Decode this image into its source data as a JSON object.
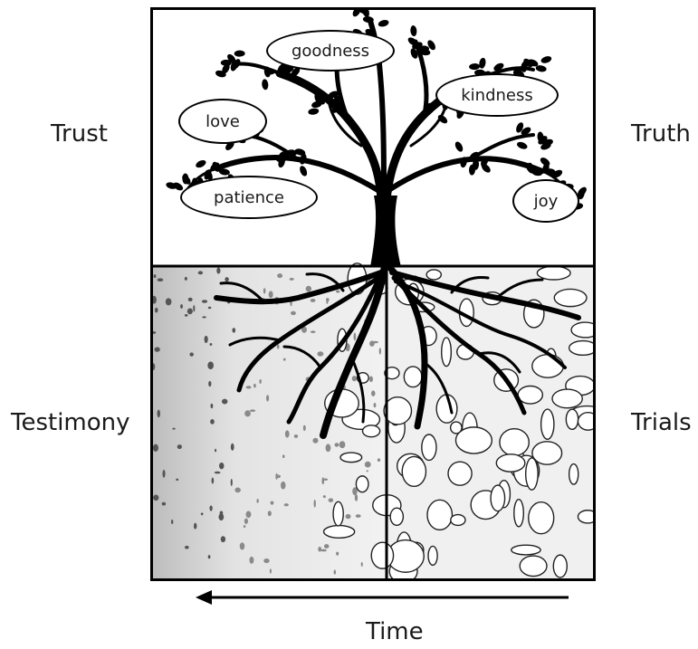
{
  "labels": {
    "trust": "Trust",
    "truth": "Truth",
    "testimony": "Testimony",
    "trials": "Trials",
    "time": "Time"
  },
  "fruits": {
    "goodness": "goodness",
    "kindness": "kindness",
    "love": "love",
    "patience": "patience",
    "joy": "joy"
  },
  "arrow": {
    "direction": "left"
  },
  "colors": {
    "line": "#000000",
    "background": "#ffffff",
    "soil_left": "#d9d9d9",
    "soil_right": "#efefef"
  }
}
